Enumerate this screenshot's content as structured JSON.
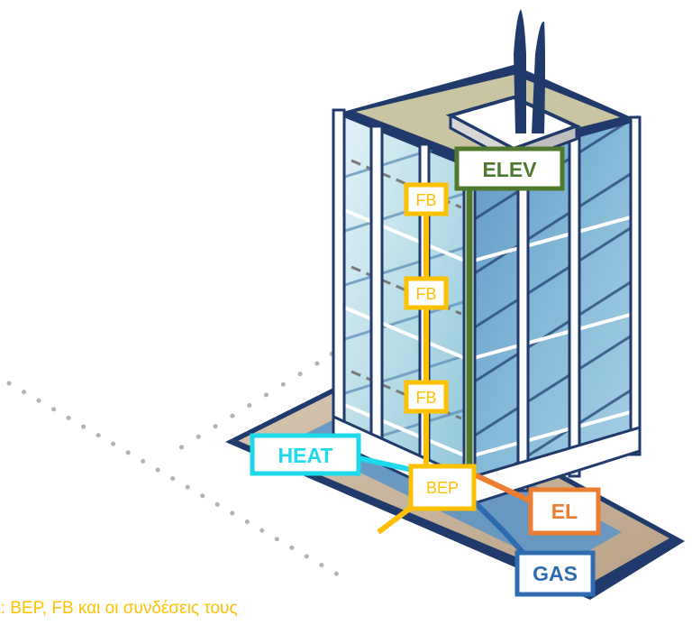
{
  "labels": {
    "elev": "ELEV",
    "fb_top": "FB",
    "fb_middle": "FB",
    "fb_bottom": "FB",
    "heat": "HEAT",
    "bep": "BEP",
    "el": "EL",
    "gas": "GAS"
  },
  "caption": "A: BEP, FB και οι συνδέσεις τους",
  "colors": {
    "fb_yellow": "#ffc000",
    "elev_green": "#4f7a2e",
    "heat_cyan": "#1ed8ec",
    "el_orange": "#ed7d31",
    "gas_blue": "#2f6bb0",
    "building_navy": "#1f3a6b",
    "roof_khaki": "#c9c4a2",
    "ground_tan": "#c8b39c",
    "glass_light": "#b5dbe6",
    "glass_mid": "#7fb4d6"
  }
}
